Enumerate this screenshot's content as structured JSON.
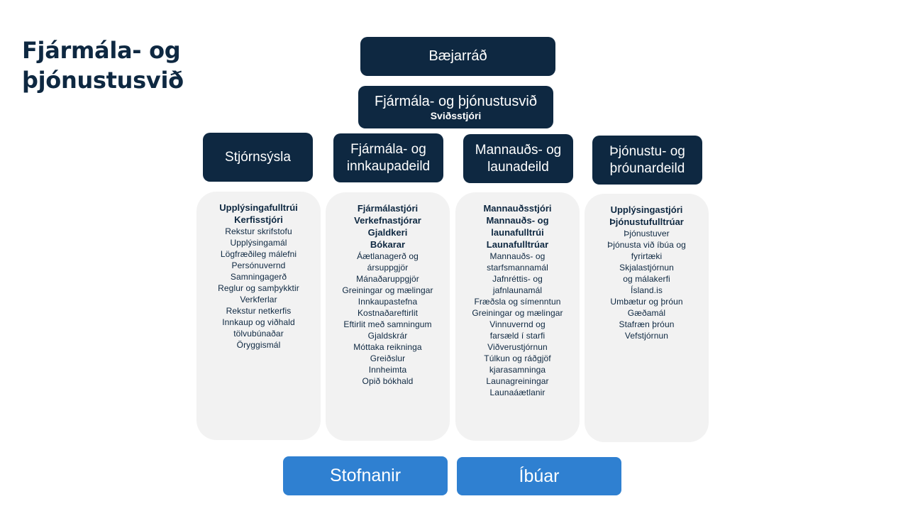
{
  "title": "Fjármála- og\nþjónustusvið",
  "top": {
    "label": "Bæjarráð"
  },
  "division": {
    "label": "Fjármála- og þjónustusvið",
    "sublabel": "Sviðsstjóri"
  },
  "departments": [
    {
      "label": "Stjórnsýsla",
      "roles": [
        "Upplýsingafulltrúi",
        "Kerfisstjóri"
      ],
      "tasks": [
        "Rekstur skrifstofu",
        "Upplýsingamál",
        "Lögfræðileg málefni",
        "Persónuvernd",
        "Samningagerð",
        "Reglur og samþykktir",
        "Verkferlar",
        "Rekstur netkerfis",
        "Innkaup og viðhald",
        "tölvubúnaðar",
        "Öryggismál"
      ]
    },
    {
      "label": "Fjármála- og\ninnkaupadeild",
      "roles": [
        "Fjármálastjóri",
        "Verkefnastjórar",
        "Gjaldkeri",
        "Bókarar"
      ],
      "tasks": [
        "Áætlanagerð og",
        "ársuppgjör",
        "Mánaðaruppgjör",
        "Greiningar og mælingar",
        "Innkaupastefna",
        "Kostnaðareftirlit",
        "Eftirlit með samningum",
        "Gjaldskrár",
        "Móttaka reikninga",
        "Greiðslur",
        "Innheimta",
        "Opið bókhald"
      ]
    },
    {
      "label": "Mannauðs- og\nlaunadeild",
      "roles": [
        "Mannauðsstjóri",
        "Mannauðs- og",
        "launafulltrúi",
        "Launafulltrúar"
      ],
      "tasks": [
        "Mannauðs- og",
        "starfsmannamál",
        "Jafnréttis- og",
        "jafnlaunamál",
        "Fræðsla og símenntun",
        "Greiningar og mælingar",
        "Vinnuvernd og",
        "farsæld í starfi",
        "Viðverustjórnun",
        "Túlkun og ráðgjöf",
        "kjarasamninga",
        "Launagreiningar",
        "Launaáætlanir"
      ]
    },
    {
      "label": "Þjónustu- og\nþróunardeild",
      "roles": [
        "Upplýsingastjóri",
        "Þjónustufulltrúar"
      ],
      "tasks": [
        "Þjónustuver",
        "Þjónusta við íbúa og",
        "fyrirtæki",
        "Skjalastjórnun",
        "og  málakerfi",
        "Ísland.is",
        "Umbætur og þróun",
        "Gæðamál",
        "Stafræn þróun",
        "Vefstjórnun"
      ]
    }
  ],
  "bottom": [
    {
      "label": "Stofnanir"
    },
    {
      "label": "Íbúar"
    }
  ],
  "colors": {
    "navy": "#0e2841",
    "card": "#f2f2f2",
    "blue": "#2f80d1"
  }
}
